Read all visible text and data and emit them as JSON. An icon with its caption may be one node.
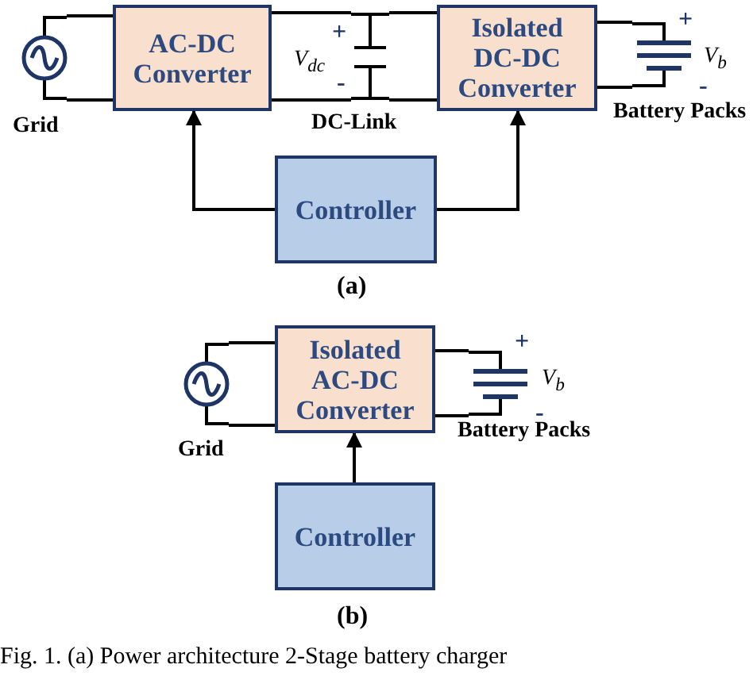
{
  "diagram": {
    "caption": "Fig. 1. (a) Power architecture 2-Stage battery charger",
    "nodes": [
      {
        "text": [],
        "shape": "circle",
        "beside": [
          "Grid"
        ]
      },
      {
        "text": [
          "AC-DC Converter"
        ]
      },
      {
        "text": [],
        "shape": "capacitor",
        "beside": [
          "+",
          "V$_{dc}$",
          "-",
          "DC-Link"
        ]
      },
      {
        "text": [
          "Isolated DC-DC Converter"
        ]
      },
      {
        "text": [],
        "shape": "battery",
        "beside": [
          "+",
          "V$_{b}$",
          "-",
          "Battery Packs"
        ]
      },
      {
        "text": [
          "Controller"
        ]
      },
      {
        "text": [],
        "shape": "circle",
        "beside": [
          "Grid"
        ]
      },
      {
        "text": [
          "Isolated AC-DC Converter"
        ]
      },
      {
        "text": [],
        "shape": "battery",
        "beside": [
          "+",
          "V$_{b}$",
          "-",
          "Battery Packs"
        ]
      },
      {
        "text": [
          "Controller"
        ]
      }
    ],
    "edges": [
      {
        "from": 0,
        "to": 1,
        "arrow": "none"
      },
      {
        "from": 0,
        "to": 1,
        "arrow": "none"
      },
      {
        "from": 1,
        "to": 2,
        "arrow": "none"
      },
      {
        "from": 1,
        "to": 2,
        "arrow": "none"
      },
      {
        "from": 2,
        "to": 3,
        "arrow": "none"
      },
      {
        "from": 2,
        "to": 3,
        "arrow": "none"
      },
      {
        "from": 3,
        "to": 4,
        "arrow": "none"
      },
      {
        "from": 3,
        "to": 4,
        "arrow": "none"
      },
      {
        "from": 5,
        "to": 1,
        "arrow": "to"
      },
      {
        "from": 5,
        "to": 3,
        "arrow": "to"
      },
      {
        "from": 6,
        "to": 7,
        "arrow": "none"
      },
      {
        "from": 6,
        "to": 7,
        "arrow": "none"
      },
      {
        "from": 7,
        "to": 8,
        "arrow": "none"
      },
      {
        "from": 7,
        "to": 8,
        "arrow": "none"
      },
      {
        "from": 9,
        "to": 7,
        "arrow": "to"
      }
    ],
    "labels": [
      "(a)",
      "(b)"
    ]
  }
}
